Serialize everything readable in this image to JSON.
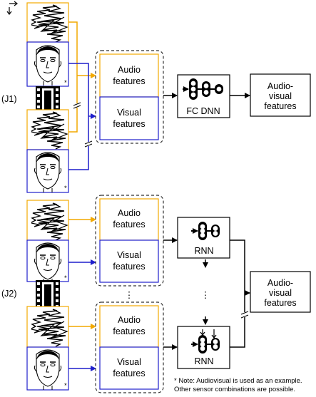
{
  "labels": {
    "j1": "(J1)",
    "j2": "(J2)",
    "audio": [
      "Audio",
      "features"
    ],
    "visual": [
      "Visual",
      "features"
    ],
    "fc_dnn": "FC DNN",
    "rnn": "RNN",
    "output": [
      "Audio-",
      "visual",
      "features"
    ],
    "ellipsis": "⋮",
    "note": [
      "* Note: Audiovisual is used as an example.",
      "Other sensor combinations are possible."
    ],
    "star": "*"
  },
  "colors": {
    "audio": "#f2a900",
    "visual": "#1f1fcc",
    "line": "#000000",
    "dash": "#333333"
  },
  "icons": {
    "time_arrow": "arrow-right-down-icon",
    "waveform": "waveform-icon",
    "face": "face-icon",
    "film": "film-strip-icon",
    "network": "neural-network-icon"
  }
}
